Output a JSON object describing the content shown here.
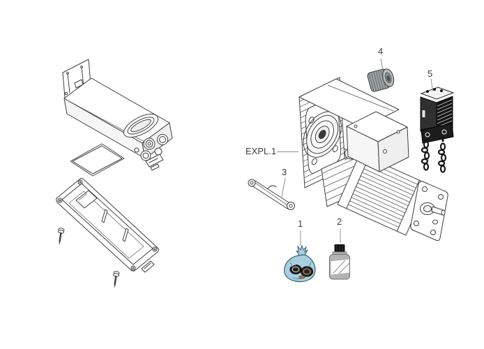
{
  "diagram": {
    "assembly_label": "EXPL.1",
    "callouts": {
      "c1": "1",
      "c2": "2",
      "c3": "3",
      "c4": "4",
      "c5": "5"
    },
    "colors": {
      "background": "#ffffff",
      "line": "#3f3f3f",
      "leader": "#909090",
      "label_text": "#3c3c3c",
      "bag_fill": "#a9cfe1",
      "bag_stroke": "#33606f",
      "coupling_gray": "#9fa4a6",
      "release_black": "#161616",
      "bottle_gray": "#b4b4b4",
      "cap_black": "#141414"
    }
  }
}
